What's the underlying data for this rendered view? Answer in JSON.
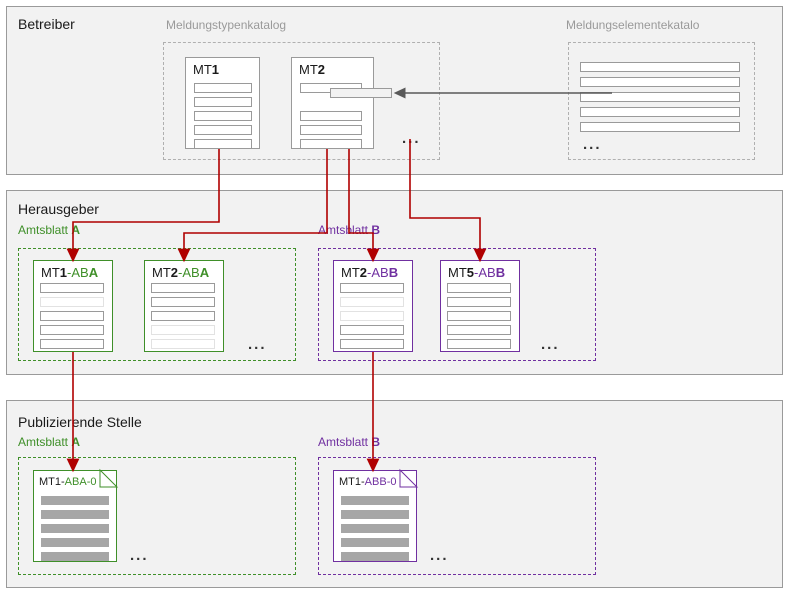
{
  "panels": [
    {
      "id": "betreiber",
      "title": "Betreiber"
    },
    {
      "id": "herausgeber",
      "title": "Herausgeber"
    },
    {
      "id": "publizierende",
      "title": "Publizierende Stelle"
    }
  ],
  "catalogs": [
    {
      "id": "meldungstypenkatalog",
      "title": "Meldungstypenkatalog",
      "ellipsis": "..."
    },
    {
      "id": "meldungselementekatalog",
      "title": "Meldungselementekatalo",
      "ellipsis": "..."
    }
  ],
  "group_labels": {
    "amtsblatt_a": {
      "text": "Amtsblatt ",
      "bold": "A",
      "color": "#3f8f29"
    },
    "amtsblatt_b": {
      "text": "Amtsblatt ",
      "bold": "B",
      "color": "#7030a0"
    }
  },
  "documents": {
    "mt1": {
      "prefix": "MT",
      "num": "1",
      "suffix": "",
      "sufbold": "",
      "rows": 5,
      "faded": []
    },
    "mt2": {
      "prefix": "MT",
      "num": "2",
      "suffix": "",
      "sufbold": "",
      "rows": 5,
      "faded": []
    },
    "mt1_aba": {
      "prefix": "MT",
      "num": "1",
      "suffix": "-AB",
      "sufbold": "A",
      "rows": 5,
      "faded": [
        1
      ]
    },
    "mt2_aba": {
      "prefix": "MT",
      "num": "2",
      "suffix": "-AB",
      "sufbold": "A",
      "rows": 5,
      "faded": [
        3,
        4
      ]
    },
    "mt2_abb": {
      "prefix": "MT",
      "num": "2",
      "suffix": "-AB",
      "sufbold": "B",
      "rows": 5,
      "faded": [
        1,
        2
      ]
    },
    "mt5_abb": {
      "prefix": "MT",
      "num": "5",
      "suffix": "-AB",
      "sufbold": "B",
      "rows": 5,
      "faded": []
    },
    "mt1_aba_0": {
      "label": "MT1-",
      "mid": "ABA",
      "tail": "-0",
      "rows": 5
    },
    "mt1_abb_0": {
      "label": "MT1-",
      "mid": "ABB",
      "tail": "-0",
      "rows": 5
    }
  },
  "ellipsis_marks": {
    "typenkatalog": "...",
    "elementekatalog": "...",
    "herausgeber_a": "...",
    "herausgeber_b": "...",
    "publ_a": "...",
    "publ_b": "..."
  },
  "colors": {
    "panel_bg": "#f2f2f2",
    "panel_border": "#9a9a9a",
    "arrow_red": "#b00000",
    "arrow_gray": "#595959",
    "green": "#3f8f29",
    "purple": "#7030a0",
    "row_border": "#9a9a9a",
    "solid_row": "#a6a6a6"
  }
}
